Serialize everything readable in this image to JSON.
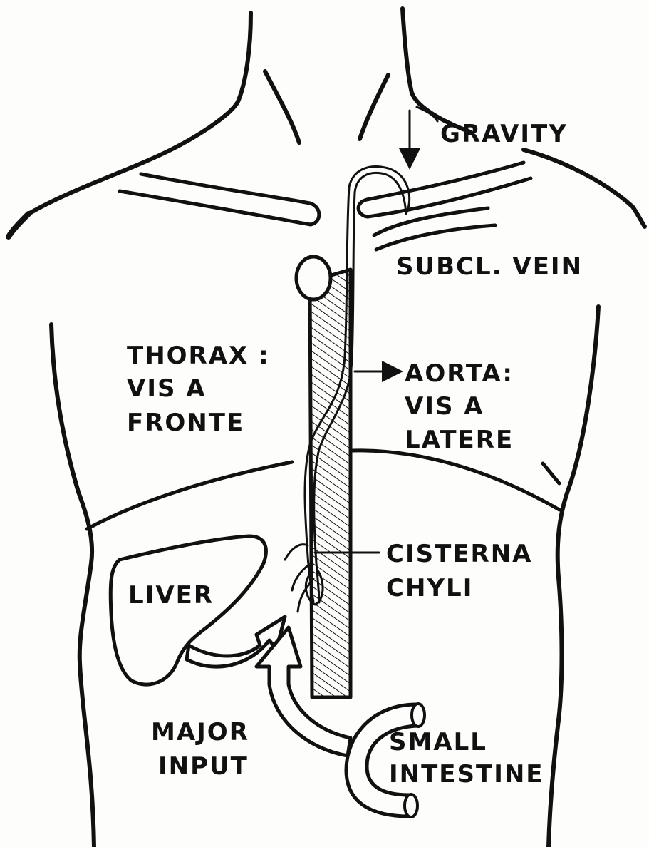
{
  "labels": {
    "gravity": "GRAVITY",
    "subcl_vein": "SUBCL. VEIN",
    "thorax": [
      "THORAX :",
      "VIS  A",
      "FRONTE"
    ],
    "aorta": [
      "AORTA:",
      "VIS  A",
      "LATERE"
    ],
    "cisterna": [
      "CISTERNA",
      "CHYLI"
    ],
    "liver": "LIVER",
    "major_input": [
      "MAJOR",
      "INPUT"
    ],
    "small_intestine": [
      "SMALL",
      "INTESTINE"
    ]
  },
  "colors": {
    "ink": "#111111",
    "paper": "#fdfdfb"
  }
}
